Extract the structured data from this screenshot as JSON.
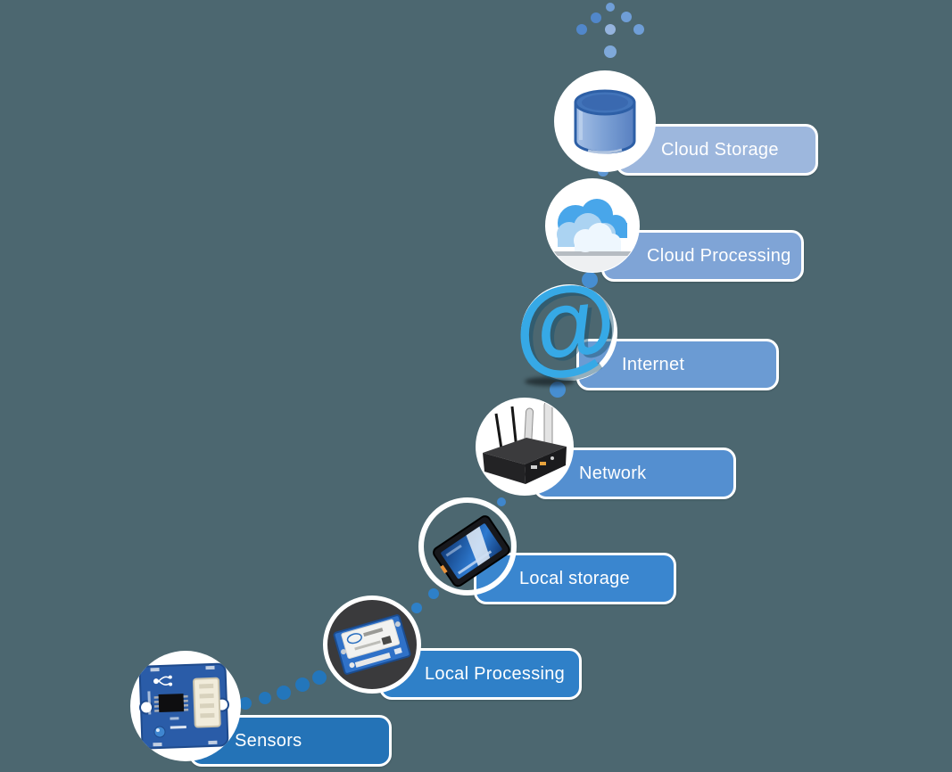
{
  "background_color": "#4c6770",
  "text_color": "#ffffff",
  "accent_dot_color": "#2e80c8",
  "steps": [
    {
      "label": "Cloud Storage",
      "icon": "database-icon",
      "color": "#9db7dd"
    },
    {
      "label": "Cloud Processing",
      "icon": "clouds-icon",
      "color": "#7fa4d6"
    },
    {
      "label": "Internet",
      "icon": "at-symbol-icon",
      "color": "#6b9bd3"
    },
    {
      "label": "Network",
      "icon": "router-icon",
      "color": "#548fd0"
    },
    {
      "label": "Local storage",
      "icon": "ssd-icon",
      "color": "#3a86cf"
    },
    {
      "label": "Local Processing",
      "icon": "edison-board-icon",
      "color": "#2f80c8"
    },
    {
      "label": "Sensors",
      "icon": "sensor-board-icon",
      "color": "#2473b7"
    }
  ]
}
